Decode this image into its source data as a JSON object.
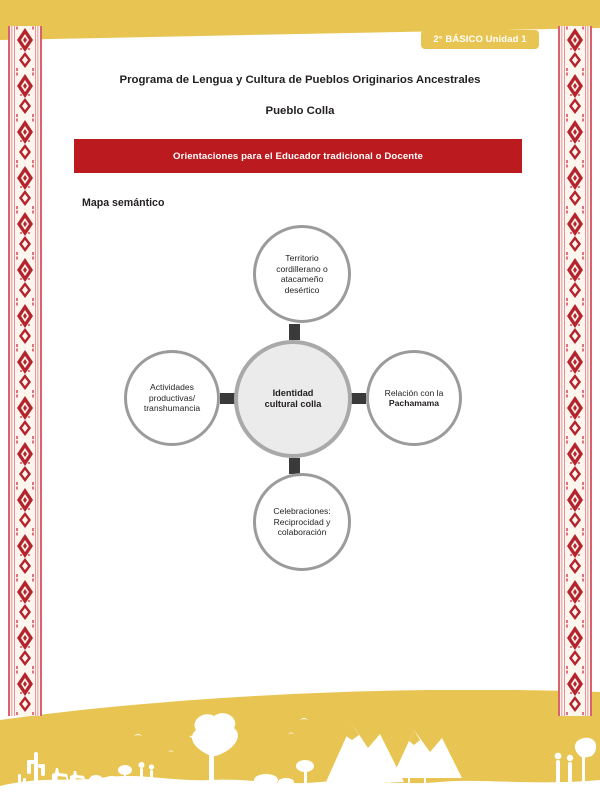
{
  "header": {
    "unit_badge": "2° BÁSICO Unidad 1",
    "title": "Programa de Lengua y Cultura de Pueblos Originarios Ancestrales",
    "subtitle": "Pueblo Colla",
    "banner": "Orientaciones para el Educador tradicional o Docente"
  },
  "section": {
    "title": "Mapa semántico"
  },
  "diagram": {
    "center": {
      "line1": "Identidad",
      "line2": "cultural colla"
    },
    "top": {
      "line1": "Territorio",
      "line2": "cordillerano o",
      "line3": "atacameño",
      "line4": "desértico"
    },
    "left": {
      "line1": "Actividades",
      "line2": "productivas/",
      "line3": "transhumancia"
    },
    "right": {
      "line1": "Relación con la",
      "line2": "Pachamama"
    },
    "bottom": {
      "line1": "Celebraciones:",
      "line2": "Reciprocidad y",
      "line3": "colaboración"
    }
  },
  "colors": {
    "gold": "#e8c552",
    "banner_red": "#bb1a1f",
    "node_border": "#9b9b9b",
    "center_fill": "#ebebeb",
    "connector": "#3a3a3a",
    "weave_red": "#b5242c",
    "weave_pink": "#e08a92"
  }
}
